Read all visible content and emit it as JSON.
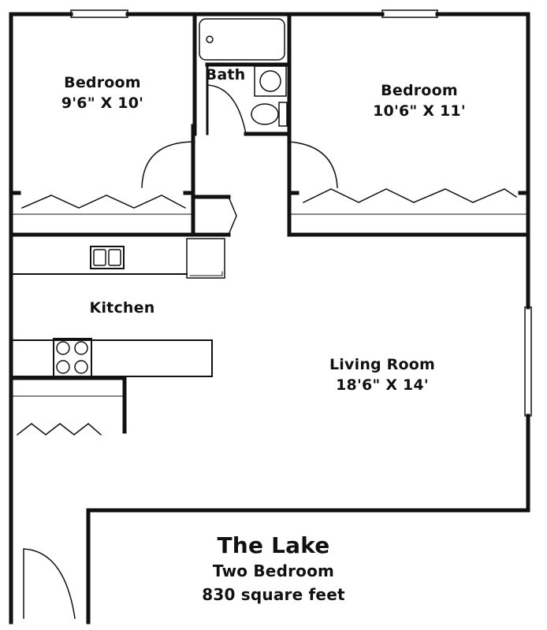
{
  "rooms": {
    "bedroom_left": {
      "name": "Bedroom",
      "size": "9'6\" X 10'"
    },
    "bath": {
      "name": "Bath"
    },
    "bedroom_right": {
      "name": "Bedroom",
      "size": "10'6\" X 11'"
    },
    "kitchen": {
      "name": "Kitchen"
    },
    "living": {
      "name": "Living Room",
      "size": "18'6\" X 14'"
    }
  },
  "plan_info": {
    "title": "The Lake",
    "type": "Two Bedroom",
    "area": "830 square feet"
  },
  "colors": {
    "wall": "#111111",
    "fixture": "#222222",
    "background": "#ffffff"
  }
}
